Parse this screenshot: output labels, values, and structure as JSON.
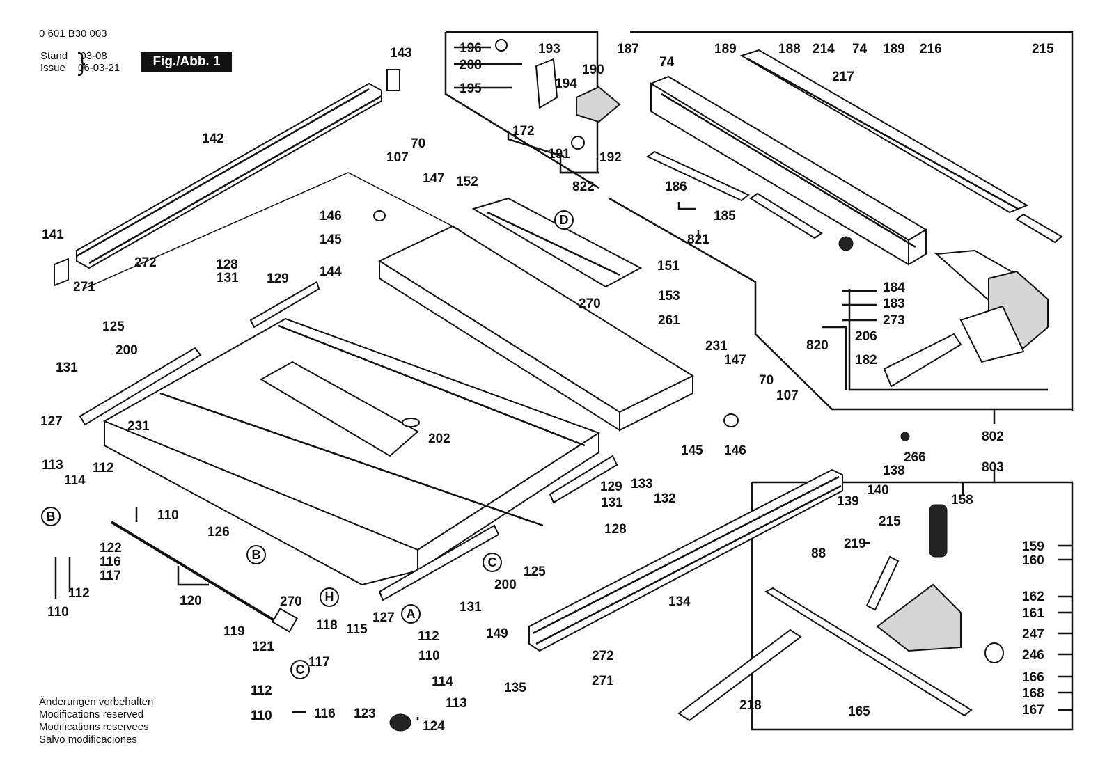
{
  "header": {
    "part_number": "0 601 B30 003",
    "stand_label": "Stand",
    "issue_label": "Issue",
    "old_date": "03-08",
    "date": "06-03-21",
    "figure": "Fig./Abb. 1"
  },
  "footer": {
    "lines": [
      "Änderungen vorbehalten",
      "Modifications reserved",
      "Modifications reservees",
      "Salvo modificaciones"
    ]
  },
  "callouts": [
    "143",
    "142",
    "141",
    "272",
    "271",
    "107",
    "70",
    "147",
    "146",
    "145",
    "144",
    "152",
    "151",
    "270",
    "153",
    "261",
    "128",
    "131",
    "129",
    "125",
    "200",
    "131",
    "127",
    "231",
    "202",
    "231",
    "147",
    "70",
    "107",
    "145",
    "146",
    "133",
    "132",
    "129",
    "131",
    "128",
    "126",
    "113",
    "114",
    "112",
    "110",
    "122",
    "116",
    "117",
    "112",
    "110",
    "120",
    "270",
    "127",
    "131",
    "200",
    "125",
    "119",
    "121",
    "118",
    "115",
    "112",
    "110",
    "117",
    "112",
    "114",
    "113",
    "110",
    "116",
    "123",
    "124",
    "134",
    "149",
    "135",
    "272",
    "271",
    "88",
    "139",
    "140",
    "138",
    "266",
    "196",
    "193",
    "190",
    "208",
    "195",
    "194",
    "172",
    "191",
    "192",
    "822",
    "187",
    "74",
    "189",
    "188",
    "214",
    "74",
    "189",
    "216",
    "215",
    "217",
    "186",
    "185",
    "821",
    "184",
    "183",
    "273",
    "820",
    "206",
    "182",
    "802",
    "803",
    "158",
    "215",
    "219",
    "159",
    "160",
    "162",
    "161",
    "247",
    "246",
    "166",
    "168",
    "167",
    "218",
    "165"
  ],
  "circle_markers": [
    "D",
    "B",
    "B",
    "C",
    "A",
    "H",
    "C"
  ]
}
